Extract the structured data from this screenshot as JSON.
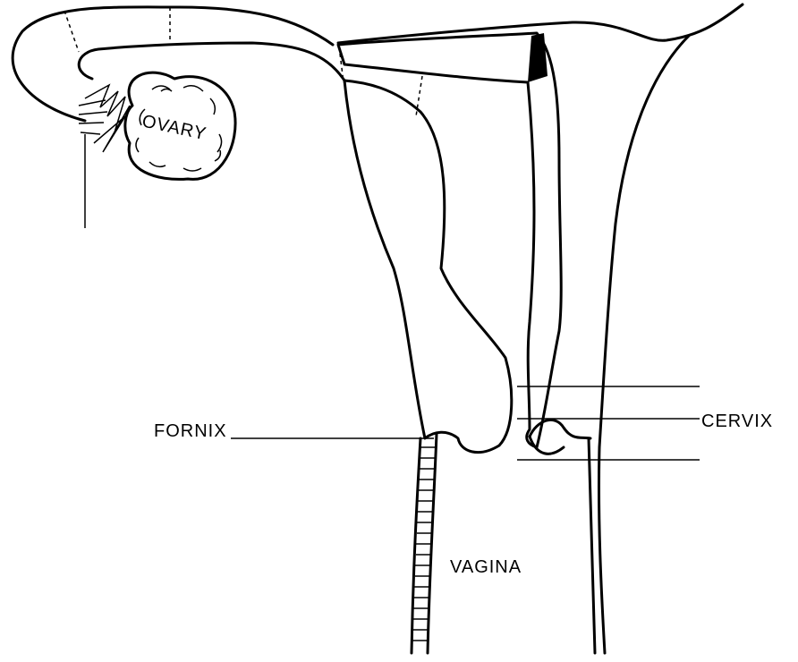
{
  "labels": {
    "ovary": "OVARY",
    "fornix": "FORNIX",
    "cervix": "CERVIX",
    "vagina": "VAGINA"
  },
  "colors": {
    "ink": "#000000",
    "background": "#ffffff"
  }
}
